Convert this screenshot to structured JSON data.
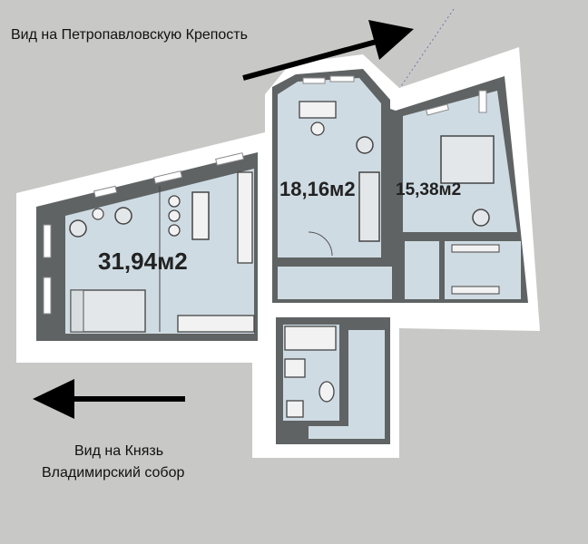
{
  "captions": {
    "top": "Вид на Петропавловскую Крепость",
    "bottom_line1": "Вид на Князь",
    "bottom_line2": "Владимирский собор"
  },
  "rooms": {
    "living": "31,94м2",
    "study": "18,16м2",
    "bedroom": "15,38м2"
  },
  "colors": {
    "background": "#c8c9c6",
    "wall": "#ffffff",
    "floor": "#cfdbe3",
    "inner_wall": "#5f6363",
    "arrow": "#000000"
  },
  "icons": [
    "arrow-right-icon",
    "arrow-left-icon"
  ]
}
